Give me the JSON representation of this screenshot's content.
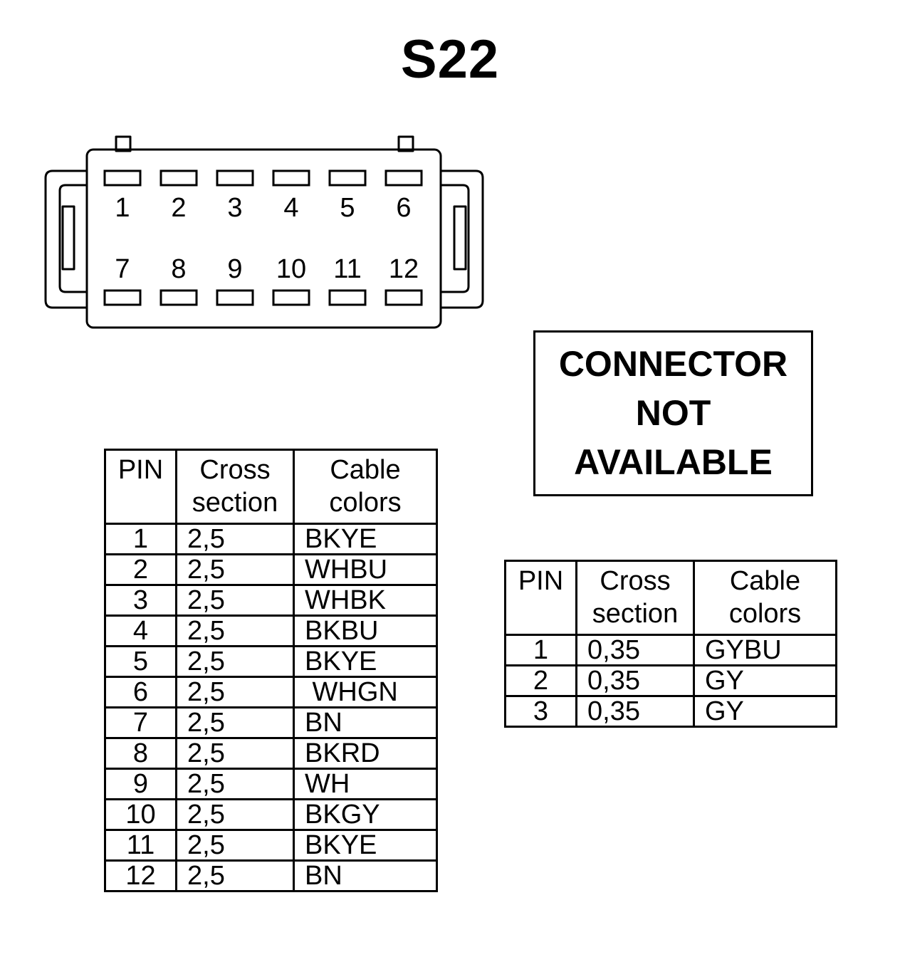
{
  "title": "S22",
  "connector": {
    "pin_labels_top": [
      "1",
      "2",
      "3",
      "4",
      "5",
      "6"
    ],
    "pin_labels_bottom": [
      "7",
      "8",
      "9",
      "10",
      "11",
      "12"
    ]
  },
  "notice": "CONNECTOR\nNOT\nAVAILABLE",
  "main_table": {
    "headers": {
      "pin": "PIN",
      "cross": "Cross\nsection",
      "colors": "Cable\ncolors"
    },
    "rows": [
      {
        "pin": "1",
        "cross": "2,5",
        "color": "BKYE"
      },
      {
        "pin": "2",
        "cross": "2,5",
        "color": "WHBU"
      },
      {
        "pin": "3",
        "cross": "2,5",
        "color": "WHBK"
      },
      {
        "pin": "4",
        "cross": "2,5",
        "color": "BKBU"
      },
      {
        "pin": "5",
        "cross": "2,5",
        "color": "BKYE"
      },
      {
        "pin": "6",
        "cross": "2,5",
        "color": " WHGN"
      },
      {
        "pin": "7",
        "cross": "2,5",
        "color": "BN"
      },
      {
        "pin": "8",
        "cross": "2,5",
        "color": "BKRD"
      },
      {
        "pin": "9",
        "cross": "2,5",
        "color": "WH"
      },
      {
        "pin": "10",
        "cross": "2,5",
        "color": "BKGY"
      },
      {
        "pin": "11",
        "cross": "2,5",
        "color": "BKYE"
      },
      {
        "pin": "12",
        "cross": "2,5",
        "color": "BN"
      }
    ]
  },
  "small_table": {
    "headers": {
      "pin": "PIN",
      "cross": "Cross\nsection",
      "colors": "Cable\ncolors"
    },
    "rows": [
      {
        "pin": "1",
        "cross": "0,35",
        "color": "GYBU"
      },
      {
        "pin": "2",
        "cross": "0,35",
        "color": "GY"
      },
      {
        "pin": "3",
        "cross": "0,35",
        "color": "GY"
      }
    ]
  }
}
